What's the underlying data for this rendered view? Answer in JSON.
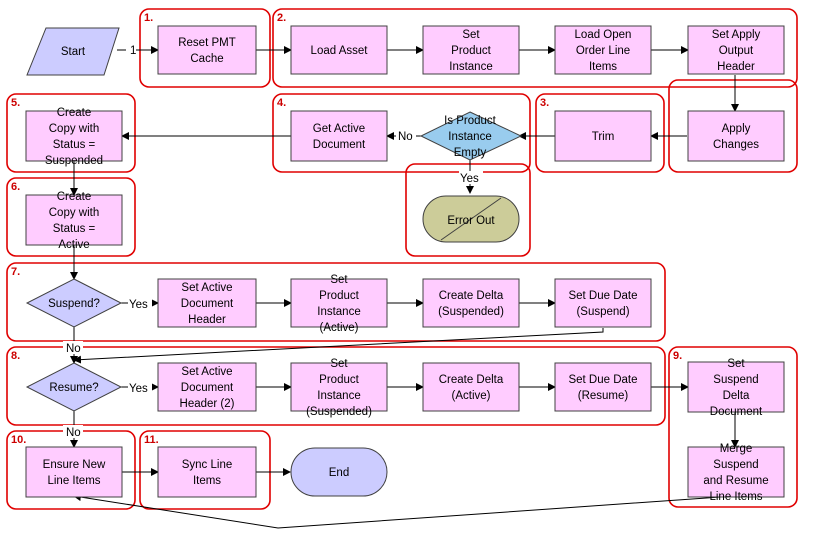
{
  "nodes": {
    "start": "Start",
    "reset_pmt": [
      "Reset PMT",
      "Cache"
    ],
    "load_asset": [
      "Load Asset"
    ],
    "set_product_instance": [
      "Set",
      "Product",
      "Instance"
    ],
    "load_open_order": [
      "Load Open",
      "Order Line",
      "Items"
    ],
    "set_apply_output": [
      "Set Apply",
      "Output",
      "Header"
    ],
    "apply_changes": [
      "Apply",
      "Changes"
    ],
    "trim": [
      "Trim"
    ],
    "is_product_empty": [
      "Is Product",
      "Instance",
      "Empty"
    ],
    "get_active_doc": [
      "Get Active",
      "Document"
    ],
    "error_out": "Error Out",
    "copy_suspended": [
      "Create",
      "Copy with",
      "Status =",
      "Suspended"
    ],
    "copy_active": [
      "Create",
      "Copy with",
      "Status =",
      "Active"
    ],
    "suspend_q": "Suspend?",
    "set_active_doc_header": [
      "Set Active",
      "Document",
      "Header"
    ],
    "set_pi_active": [
      "Set",
      "Product",
      "Instance",
      "(Active)"
    ],
    "delta_suspended": [
      "Create Delta",
      "(Suspended)"
    ],
    "due_suspend": [
      "Set Due Date",
      "(Suspend)"
    ],
    "resume_q": "Resume?",
    "set_active_doc_header2": [
      "Set Active",
      "Document",
      "Header (2)"
    ],
    "set_pi_suspended": [
      "Set",
      "Product",
      "Instance",
      "(Suspended)"
    ],
    "delta_active": [
      "Create Delta",
      "(Active)"
    ],
    "due_resume": [
      "Set Due Date",
      "(Resume)"
    ],
    "suspend_delta_doc": [
      "Set",
      "Suspend",
      "Delta",
      "Document"
    ],
    "merge": [
      "Merge",
      "Suspend",
      "and Resume",
      "Line Items"
    ],
    "ensure_new": [
      "Ensure New",
      "Line Items"
    ],
    "sync_line": [
      "Sync Line",
      "Items"
    ],
    "end": "End"
  },
  "edge_labels": {
    "start_to_reset": "1",
    "no": "No",
    "yes": "Yes"
  },
  "groups": [
    "1.",
    "2.",
    "3.",
    "4.",
    "5.",
    "6.",
    "7.",
    "8.",
    "9.",
    "10.",
    "11."
  ],
  "colors": {
    "process_fill": "#ffccff",
    "decision_fill": "#ccccff",
    "empty_check_fill": "#99ccee",
    "error_fill": "#cccc99",
    "group_border": "#e00000"
  }
}
